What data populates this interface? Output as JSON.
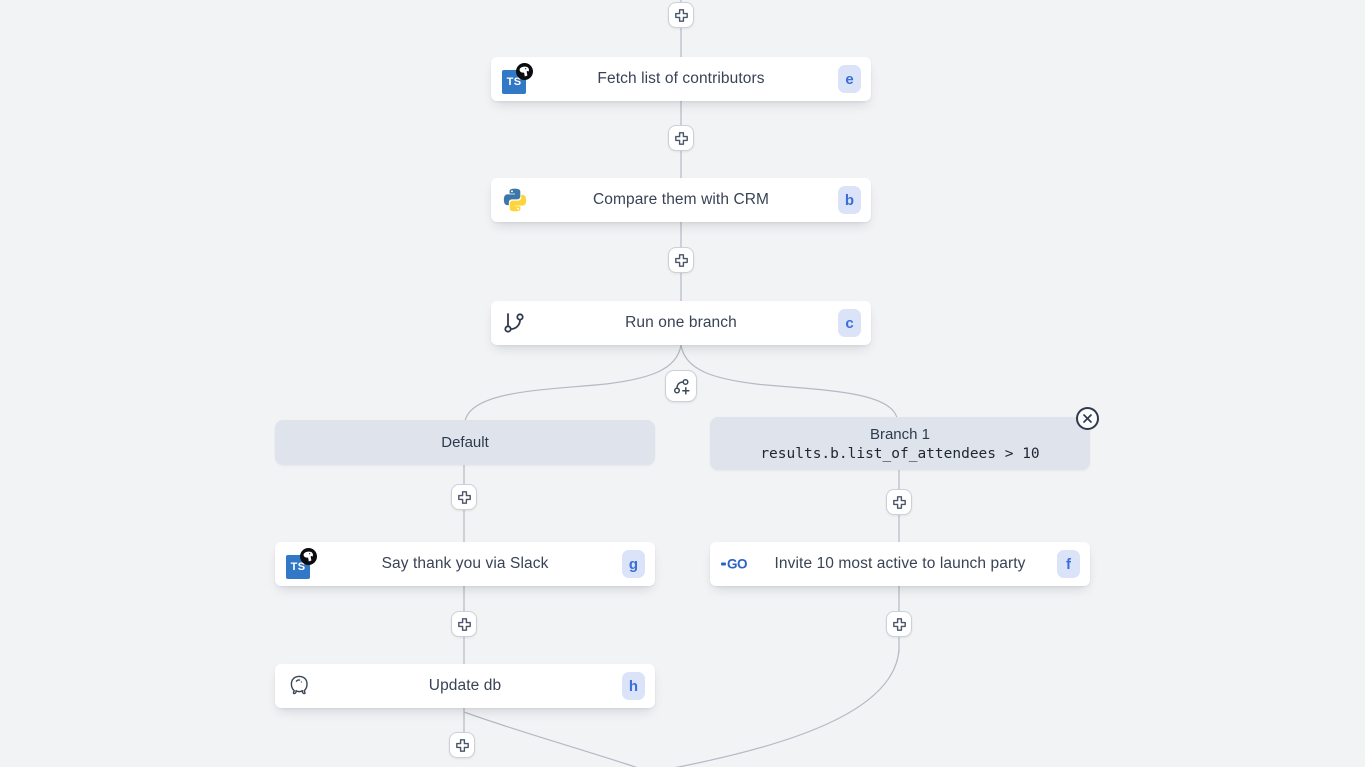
{
  "colors": {
    "background": "#f2f3f5",
    "card": "#ffffff",
    "edge": "#b4b9c3",
    "badge_bg": "#dbe3f9",
    "badge_text": "#3a6fd8",
    "branch_box_bg": "#dfe4ec",
    "label_text": "#394356",
    "typescript_blue": "#3178c6",
    "python_blue": "#3b77a8",
    "python_yellow": "#ffd43b",
    "go_blue": "#2b63c9"
  },
  "icons": {
    "ts_label": "TS",
    "go_label": "GO"
  },
  "nodes": {
    "fetch": {
      "label": "Fetch list of contributors",
      "badge": "e",
      "icon": "deno-typescript"
    },
    "compare": {
      "label": "Compare them with CRM",
      "badge": "b",
      "icon": "python"
    },
    "branch": {
      "label": "Run one branch",
      "badge": "c",
      "icon": "git-branch"
    },
    "slack": {
      "label": "Say thank you via Slack",
      "badge": "g",
      "icon": "deno-typescript"
    },
    "invite": {
      "label": "Invite 10 most active to launch party",
      "badge": "f",
      "icon": "go"
    },
    "update": {
      "label": "Update db",
      "badge": "h",
      "icon": "postgresql"
    }
  },
  "branches": {
    "default": {
      "label": "Default"
    },
    "branch1": {
      "title": "Branch 1",
      "condition": "results.b.list_of_attendees > 10"
    }
  }
}
